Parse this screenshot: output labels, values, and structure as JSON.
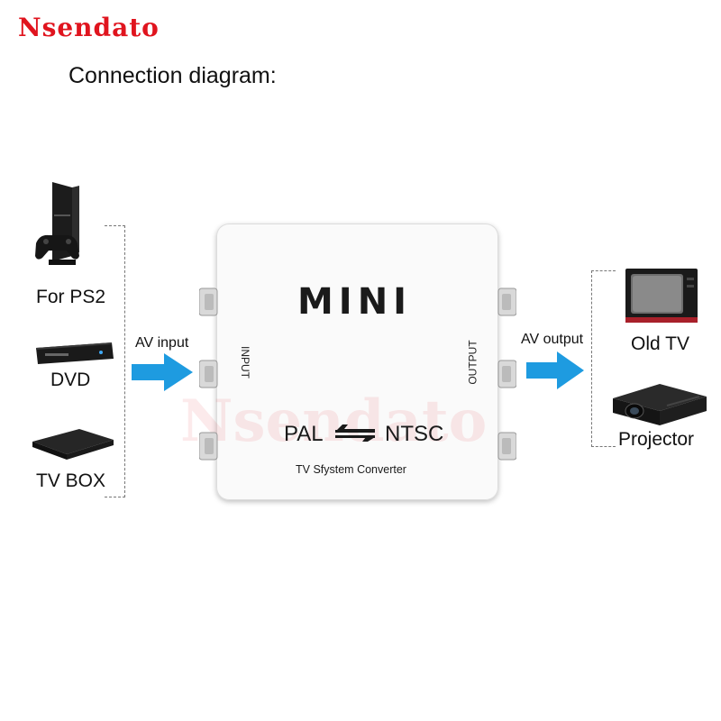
{
  "brand": "Nsendato",
  "title": "Connection diagram:",
  "sources": [
    {
      "label": "For PS2",
      "icon": "ps2-console-icon"
    },
    {
      "label": "DVD",
      "icon": "dvd-player-icon"
    },
    {
      "label": "TV BOX",
      "icon": "tv-box-icon"
    }
  ],
  "destinations": [
    {
      "label": "Old TV",
      "icon": "crt-tv-icon"
    },
    {
      "label": "Projector",
      "icon": "projector-icon"
    }
  ],
  "arrows": {
    "input_label": "AV input",
    "output_label": "AV output"
  },
  "device": {
    "model": "MINI",
    "left_standard": "PAL",
    "right_standard": "NTSC",
    "subtitle": "TV  Sfystem Converter",
    "input_label": "INPUT",
    "output_label": "OUTPUT",
    "watermark": "Nsendato"
  },
  "colors": {
    "brand": "#e0141e",
    "arrow": "#1e9be0"
  }
}
